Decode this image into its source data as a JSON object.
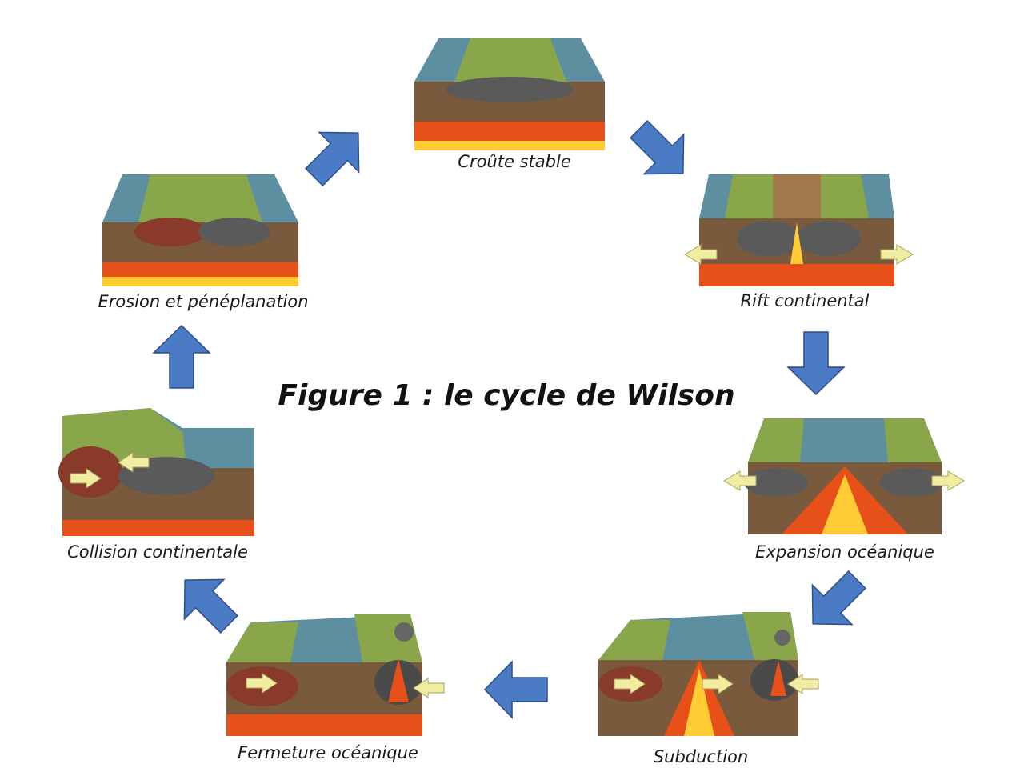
{
  "title": "Figure 1 : le cycle de Wilson",
  "stages": [
    {
      "id": "croute-stable",
      "label": "Croûte stable"
    },
    {
      "id": "rift-continental",
      "label": "Rift continental"
    },
    {
      "id": "expansion-oceanique",
      "label": "Expansion océanique"
    },
    {
      "id": "subduction",
      "label": "Subduction"
    },
    {
      "id": "fermeture-oceanique",
      "label": "Fermeture océanique"
    },
    {
      "id": "collision-continentale",
      "label": "Collision continentale"
    },
    {
      "id": "erosion-peneplanation",
      "label": "Erosion et pénéplanation"
    }
  ],
  "colors": {
    "cycle_arrow": "#4a7bc4",
    "cycle_arrow_stroke": "#2b4f8a",
    "plate_arrow": "#f0eda0",
    "ocean": "#5e8fa0",
    "land": "#8aa64a",
    "crust": "#7a5a3c",
    "continental_crust": "#5a5a5a",
    "mantle": "#e8501a",
    "magma": "#ffcc33"
  }
}
